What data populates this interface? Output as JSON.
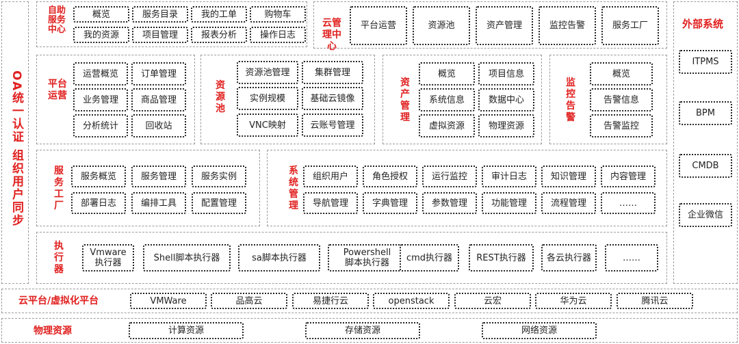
{
  "left_sidebar": {
    "label": "OA统一认证 组织用户同步"
  },
  "self_service": {
    "label": "自助\n服务\n中心",
    "items": [
      "概览",
      "服务目录",
      "我的工单",
      "购物车",
      "我的资源",
      "项目管理",
      "报表分析",
      "操作日志"
    ]
  },
  "cloud_mgmt": {
    "label": "云管理中心",
    "items": [
      "平台运营",
      "资源池",
      "资产管理",
      "监控告警",
      "服务工厂"
    ]
  },
  "platform_ops": {
    "label": "平台\n运营",
    "items": [
      "运营概览",
      "订单管理",
      "业务管理",
      "商品管理",
      "分析统计",
      "回收站"
    ]
  },
  "resource_pool": {
    "label": "资\n源\n池",
    "items": [
      "资源池管理",
      "集群管理",
      "实例规模",
      "基础云镜像",
      "VNC映射",
      "云账号管理"
    ]
  },
  "asset_mgmt": {
    "label": "资\n产\n管\n理",
    "items": [
      "概览",
      "项目信息",
      "系统信息",
      "数据中心",
      "虚拟资源",
      "物理资源"
    ]
  },
  "monitor_alert": {
    "label": "监\n控\n告\n警",
    "items": [
      "概览",
      "告警信息",
      "告警监控"
    ]
  },
  "service_factory": {
    "label": "服\n务\n工\n厂",
    "items": [
      "服务概览",
      "服务管理",
      "服务实例",
      "部署日志",
      "编排工具",
      "配置管理"
    ]
  },
  "system_mgmt": {
    "label": "系\n统\n管\n理",
    "items": [
      "组织用户",
      "角色授权",
      "运行监控",
      "审计日志",
      "知识管理",
      "内容管理",
      "导航管理",
      "字典管理",
      "参数管理",
      "功能管理",
      "流程管理",
      "……"
    ]
  },
  "executor": {
    "label": "执\n行\n器",
    "items": [
      "Vmware\n执行器",
      "Shell脚本执行器",
      "sa脚本执行器",
      "Powershell\n脚本执行器",
      "cmd执行器",
      "REST执行器",
      "各云执行器",
      "……"
    ]
  },
  "external": {
    "label": "外部系统",
    "items": [
      "ITPMS",
      "BPM",
      "CMDB",
      "企业微信"
    ]
  },
  "cloud_platform": {
    "label": "云平台/虚拟化平台",
    "items": [
      "VMWare",
      "品高云",
      "易捷行云",
      "openstack",
      "云宏",
      "华为云",
      "腾讯云"
    ]
  },
  "physical": {
    "label": "物理资源",
    "items": [
      "计算资源",
      "存储资源",
      "网络资源"
    ]
  }
}
